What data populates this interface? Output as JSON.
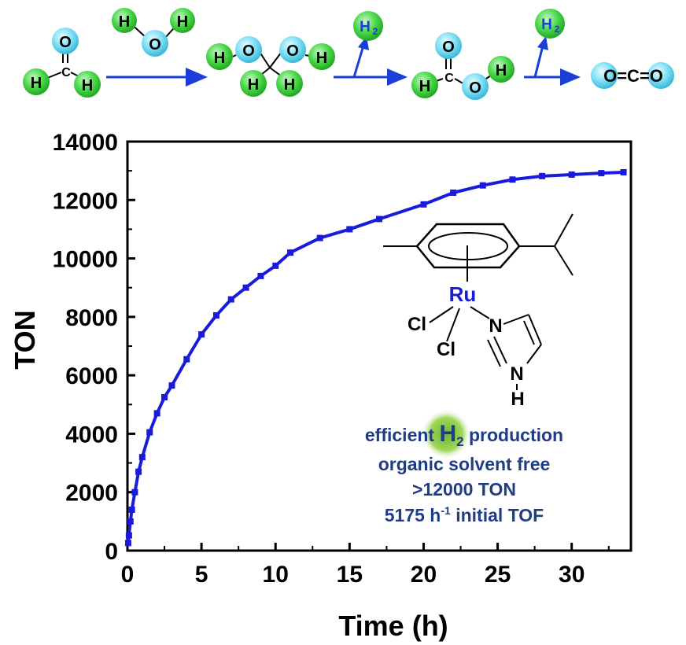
{
  "scheme": {
    "atoms": {
      "h": "H",
      "o": "O",
      "c": "C",
      "h2": "H",
      "two": "2"
    },
    "co2_label": "O=C=O"
  },
  "complex": {
    "metal": "Ru",
    "cl": "Cl",
    "n": "N",
    "nh_n": "N",
    "nh_h": "H"
  },
  "notes": {
    "line1_a": "efficient ",
    "line1_h": "H",
    "line1_sub": "2",
    "line1_b": " production",
    "line2": "organic solvent free",
    "line3": ">12000 TON",
    "line4_a": "5175 h",
    "line4_sup": "-1",
    "line4_b": " initial TOF"
  },
  "colors": {
    "series": "#1a1adb",
    "atom_h": "#4cd94c",
    "atom_o": "#7fe0f5",
    "arrow": "#1a3fd6",
    "note": "#1f3c88",
    "highlight": "#8fcc3a"
  },
  "chart_data": {
    "type": "scatter",
    "xlabel": "Time (h)",
    "ylabel": "TON",
    "xlim": [
      0,
      34
    ],
    "ylim": [
      0,
      14000
    ],
    "xticks": [
      0,
      5,
      10,
      15,
      20,
      25,
      30
    ],
    "yticks": [
      0,
      2000,
      4000,
      6000,
      8000,
      10000,
      12000,
      14000
    ],
    "grid": false,
    "series": [
      {
        "x": [
          0.05,
          0.1,
          0.2,
          0.3,
          0.5,
          0.75,
          1.0,
          1.5,
          2.0,
          2.5,
          3.0,
          4.0,
          5.0,
          6.0,
          7.0,
          8.0,
          9.0,
          10.0,
          11.0,
          13.0,
          15.0,
          17.0,
          20.0,
          22.0,
          24.0,
          26.0,
          28.0,
          30.0,
          32.0,
          33.5
        ],
        "y": [
          260,
          520,
          1000,
          1400,
          2000,
          2700,
          3200,
          4050,
          4700,
          5250,
          5650,
          6550,
          7400,
          8050,
          8600,
          9000,
          9400,
          9750,
          10200,
          10700,
          11000,
          11350,
          11850,
          12250,
          12500,
          12700,
          12820,
          12870,
          12920,
          12950
        ]
      }
    ]
  }
}
